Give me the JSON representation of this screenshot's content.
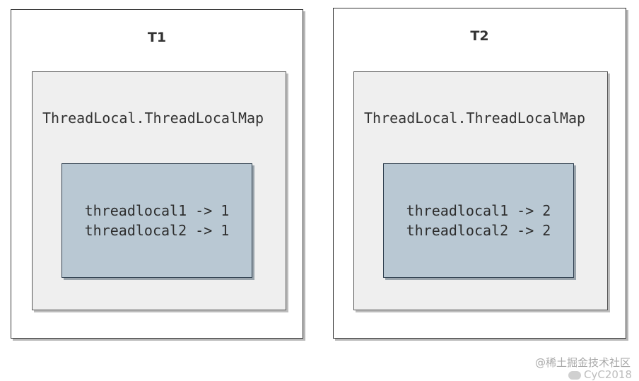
{
  "threads": [
    {
      "title": "T1",
      "map_label": "ThreadLocal.ThreadLocalMap",
      "entries": [
        "threadlocal1 -> 1",
        "threadlocal2 -> 1"
      ]
    },
    {
      "title": "T2",
      "map_label": "ThreadLocal.ThreadLocalMap",
      "entries": [
        "threadlocal1 -> 2",
        "threadlocal2 -> 2"
      ]
    }
  ],
  "watermark": {
    "text": "@稀土掘金技术社区",
    "sub": "CyC2018"
  },
  "colors": {
    "thread_bg": "#ffffff",
    "map_bg": "#efefef",
    "entries_bg": "#b9c8d3",
    "border": "#333333"
  }
}
